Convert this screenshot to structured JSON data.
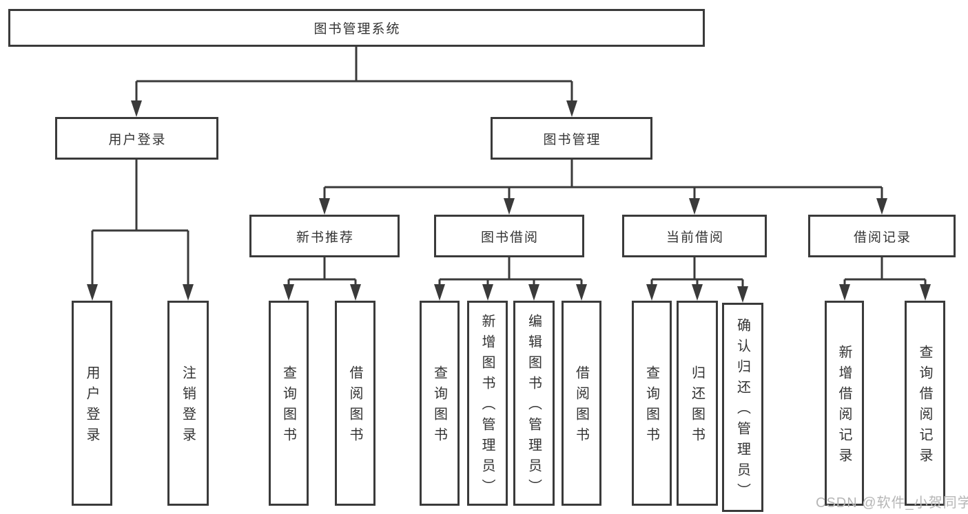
{
  "diagram": {
    "title": "图书管理系统",
    "groups": {
      "user_login": {
        "label": "用户登录",
        "children": [
          "用户登录",
          "注销登录"
        ]
      },
      "book_mgmt": {
        "label": "图书管理"
      },
      "new_book_rec": {
        "label": "新书推荐",
        "children": [
          "查询图书",
          "借阅图书"
        ]
      },
      "book_borrow": {
        "label": "图书借阅",
        "children": [
          "查询图书",
          "新增图书（管理员）",
          "编辑图书（管理员）",
          "借阅图书"
        ]
      },
      "current_borrow": {
        "label": "当前借阅",
        "children": [
          "查询图书",
          "归还图书",
          "确认归还（管理员）"
        ]
      },
      "borrow_records": {
        "label": "借阅记录",
        "children": [
          "新增借阅记录",
          "查询借阅记录"
        ]
      }
    }
  },
  "watermark": "CSDN @软件_小贺同学",
  "colors": {
    "line": "#3a3a3a",
    "text": "#333333",
    "watermark": "#b6b6b6",
    "background": "#ffffff"
  }
}
